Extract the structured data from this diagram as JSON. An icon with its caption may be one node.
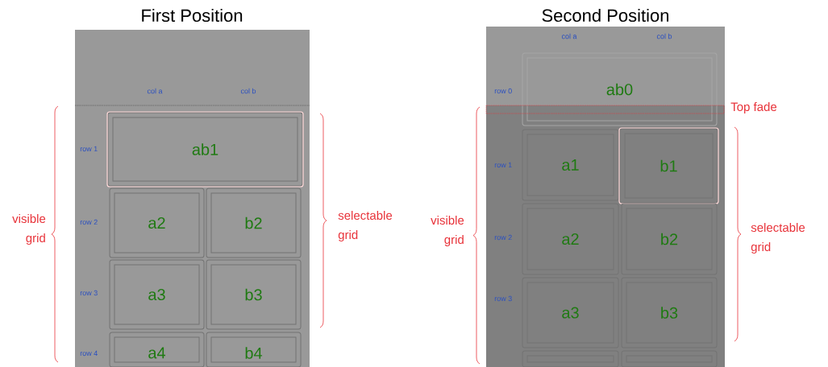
{
  "diagram": {
    "nodes": [
      {
        "text": [
          "First Position"
        ]
      },
      {
        "text": [
          "ab1"
        ],
        "in": 0
      },
      {
        "text": [
          "a2"
        ],
        "in": 0
      },
      {
        "text": [
          "b2"
        ],
        "in": 0
      },
      {
        "text": [
          "a3"
        ],
        "in": 0
      },
      {
        "text": [
          "b3"
        ],
        "in": 0
      },
      {
        "text": [
          "a4"
        ],
        "in": 0
      },
      {
        "text": [
          "b4"
        ],
        "in": 0
      },
      {
        "text": [
          "Second Position"
        ]
      },
      {
        "text": [
          "ab0"
        ],
        "in": 8
      },
      {
        "text": [
          "a1"
        ],
        "in": 8
      },
      {
        "text": [
          "b1"
        ],
        "in": 8
      },
      {
        "text": [
          "a2"
        ],
        "in": 8
      },
      {
        "text": [
          "b2"
        ],
        "in": 8
      },
      {
        "text": [
          "a3"
        ],
        "in": 8
      },
      {
        "text": [
          "b3"
        ],
        "in": 8
      },
      {
        "text": [],
        "shape": "box",
        "in": 8
      },
      {
        "text": [],
        "shape": "box",
        "in": 8
      }
    ],
    "labels": [
      "col a",
      "col b",
      "row 1",
      "row 2",
      "row 3",
      "row 4",
      "visible grid",
      "selectable grid",
      "col a",
      "col b",
      "row 0",
      "Top fade",
      "row 1",
      "row 2",
      "row 3",
      "visible grid",
      "selectable grid"
    ]
  }
}
